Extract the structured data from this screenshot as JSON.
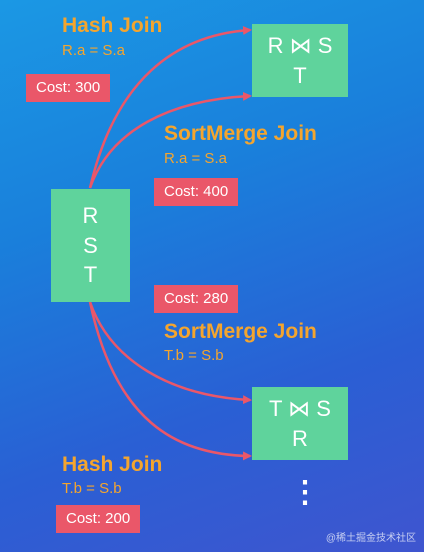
{
  "nodes": {
    "source": {
      "lines": [
        "R",
        "S",
        "T"
      ]
    },
    "rs_t": {
      "lines": [
        "R ⋈ S",
        "T"
      ]
    },
    "ts_r": {
      "lines": [
        "T ⋈ S",
        "R"
      ]
    }
  },
  "edges": [
    {
      "algorithm": "Hash Join",
      "condition": "R.a = S.a",
      "cost": "Cost: 300"
    },
    {
      "algorithm": "SortMerge Join",
      "condition": "R.a = S.a",
      "cost": "Cost: 400"
    },
    {
      "algorithm": "SortMerge Join",
      "condition": "T.b = S.b",
      "cost": "Cost: 280"
    },
    {
      "algorithm": "Hash Join",
      "condition": "T.b = S.b",
      "cost": "Cost: 200"
    }
  ],
  "ellipsis": "⋮",
  "watermark": "@稀土掘金技术社区",
  "colors": {
    "node": "#5fd39c",
    "edge": "#ea5769",
    "algorithm_text": "#f4a52e",
    "cost_badge": "#ea5769"
  }
}
